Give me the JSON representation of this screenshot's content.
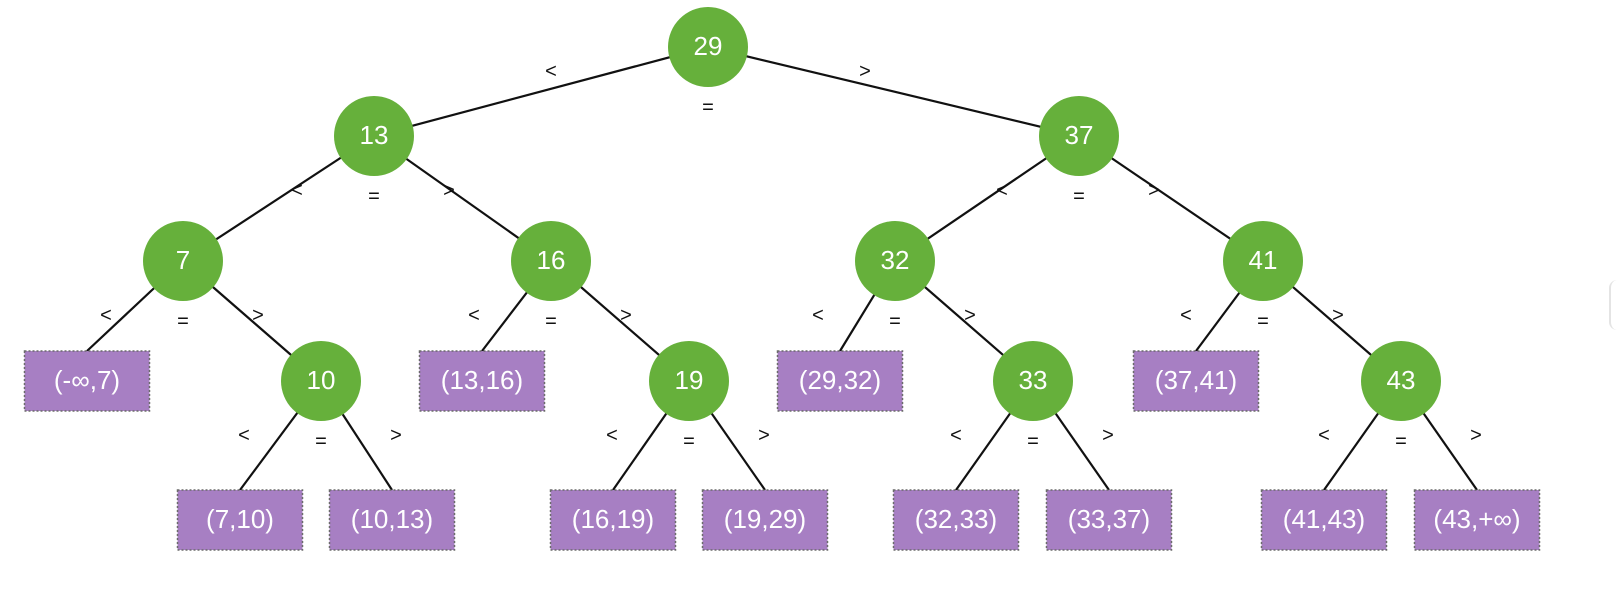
{
  "nodes": [
    {
      "id": "n29",
      "label": "29"
    },
    {
      "id": "n13",
      "label": "13"
    },
    {
      "id": "n37",
      "label": "37"
    },
    {
      "id": "n7",
      "label": "7"
    },
    {
      "id": "n16",
      "label": "16"
    },
    {
      "id": "n32",
      "label": "32"
    },
    {
      "id": "n41",
      "label": "41"
    },
    {
      "id": "n10",
      "label": "10"
    },
    {
      "id": "n19",
      "label": "19"
    },
    {
      "id": "n33",
      "label": "33"
    },
    {
      "id": "n43",
      "label": "43"
    }
  ],
  "leaves": [
    {
      "id": "l-inf-7",
      "label": "(-∞,7)"
    },
    {
      "id": "l7-10",
      "label": "(7,10)"
    },
    {
      "id": "l10-13",
      "label": "(10,13)"
    },
    {
      "id": "l13-16",
      "label": "(13,16)"
    },
    {
      "id": "l16-19",
      "label": "(16,19)"
    },
    {
      "id": "l19-29",
      "label": "(19,29)"
    },
    {
      "id": "l29-32",
      "label": "(29,32)"
    },
    {
      "id": "l32-33",
      "label": "(32,33)"
    },
    {
      "id": "l33-37",
      "label": "(33,37)"
    },
    {
      "id": "l37-41",
      "label": "(37,41)"
    },
    {
      "id": "l41-43",
      "label": "(41,43)"
    },
    {
      "id": "l43-inf",
      "label": "(43,+∞)"
    }
  ],
  "edges": [
    {
      "from": "n29",
      "to": "n13"
    },
    {
      "from": "n29",
      "to": "n37"
    },
    {
      "from": "n13",
      "to": "n7"
    },
    {
      "from": "n13",
      "to": "n16"
    },
    {
      "from": "n37",
      "to": "n32"
    },
    {
      "from": "n37",
      "to": "n41"
    },
    {
      "from": "n7",
      "to": "l-inf-7"
    },
    {
      "from": "n7",
      "to": "n10"
    },
    {
      "from": "n10",
      "to": "l7-10"
    },
    {
      "from": "n10",
      "to": "l10-13"
    },
    {
      "from": "n16",
      "to": "l13-16"
    },
    {
      "from": "n16",
      "to": "n19"
    },
    {
      "from": "n19",
      "to": "l16-19"
    },
    {
      "from": "n19",
      "to": "l19-29"
    },
    {
      "from": "n32",
      "to": "l29-32"
    },
    {
      "from": "n32",
      "to": "n33"
    },
    {
      "from": "n33",
      "to": "l32-33"
    },
    {
      "from": "n33",
      "to": "l33-37"
    },
    {
      "from": "n41",
      "to": "l37-41"
    },
    {
      "from": "n41",
      "to": "n43"
    },
    {
      "from": "n43",
      "to": "l41-43"
    },
    {
      "from": "n43",
      "to": "l43-inf"
    }
  ],
  "operators": {
    "lt": "<",
    "eq": "=",
    "gt": ">"
  },
  "colors": {
    "node": "#66b03b",
    "leaf": "#a77fc3",
    "edge": "#111111"
  }
}
